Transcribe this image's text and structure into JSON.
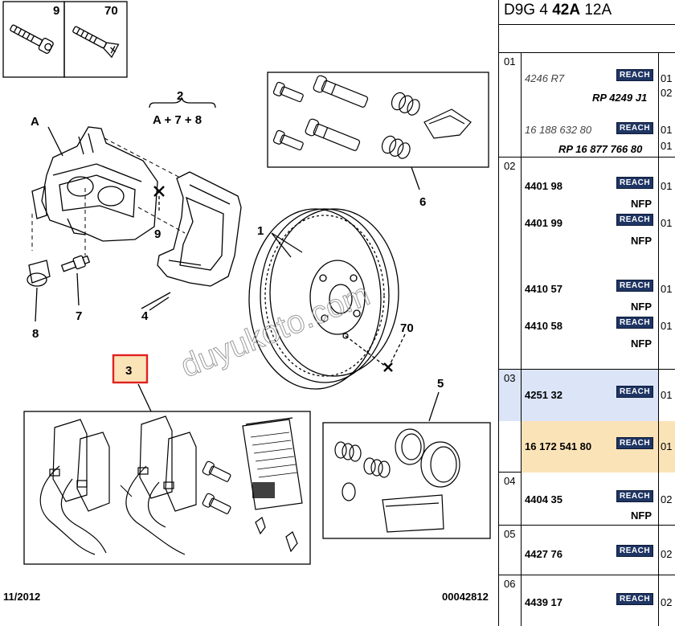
{
  "header": {
    "prefix": "D9G 4 ",
    "bold": "42A",
    "suffix": " 12A"
  },
  "diagram": {
    "labels": {
      "l9": "9",
      "l70top": "70",
      "lA": "A",
      "l2": "2",
      "l2sub": "A + 7 + 8",
      "l9b": "9",
      "l6": "6",
      "l1": "1",
      "l7": "7",
      "l4": "4",
      "l8": "8",
      "l70b": "70",
      "l3": "3",
      "l5": "5"
    },
    "watermark": "duyukoto.com",
    "footer_left": "11/2012",
    "footer_right": "00042812"
  },
  "groups": [
    {
      "no": "01",
      "lines": [
        {
          "ref": "4246 R7",
          "style": "it",
          "reach": "REACH",
          "qty": "01"
        },
        {
          "rp": "RP 4249 J1",
          "qty": "02"
        },
        {
          "ref": "16 188 632 80",
          "style": "it",
          "reach": "REACH",
          "qty": "01"
        },
        {
          "rp": "RP 16 877 766 80",
          "qty": "01"
        }
      ]
    },
    {
      "no": "02",
      "lines": [
        {
          "ref": "4401 98",
          "style": "bd",
          "reach": "REACH",
          "qty": "01",
          "nfp": "NFP"
        },
        {
          "ref": "4401 99",
          "style": "bd",
          "reach": "REACH",
          "qty": "01",
          "nfp": "NFP"
        },
        {
          "ref": "4410 57",
          "style": "bd",
          "reach": "REACH",
          "qty": "01",
          "nfp": "NFP"
        },
        {
          "ref": "4410 58",
          "style": "bd",
          "reach": "REACH",
          "qty": "01",
          "nfp": "NFP"
        }
      ]
    },
    {
      "no": "03",
      "lines": [
        {
          "ref": "4251 32",
          "style": "bd",
          "reach": "REACH",
          "qty": "01"
        },
        {
          "ref": "16 172 541 80",
          "style": "bd",
          "reach": "REACH",
          "qty": "01"
        }
      ]
    },
    {
      "no": "04",
      "lines": [
        {
          "ref": "4404 35",
          "style": "bd",
          "reach": "REACH",
          "qty": "02",
          "nfp": "NFP"
        }
      ]
    },
    {
      "no": "05",
      "lines": [
        {
          "ref": "4427 76",
          "style": "bd",
          "reach": "REACH",
          "qty": "02"
        }
      ]
    },
    {
      "no": "06",
      "lines": [
        {
          "ref": "4439 17",
          "style": "bd",
          "reach": "REACH",
          "qty": "02"
        }
      ]
    }
  ]
}
